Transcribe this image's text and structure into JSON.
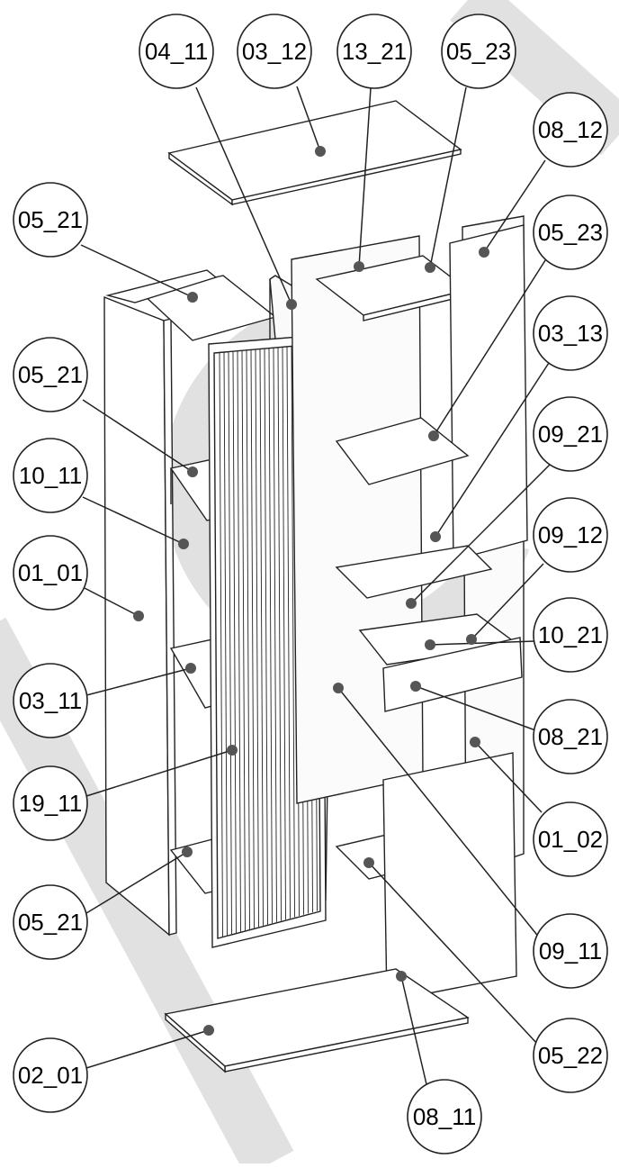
{
  "diagram": {
    "callouts": [
      {
        "id": "c-04-11-top",
        "label": "04_11"
      },
      {
        "id": "c-03-12-top",
        "label": "03_12"
      },
      {
        "id": "c-13-21-top",
        "label": "13_21"
      },
      {
        "id": "c-05-23-top",
        "label": "05_23"
      },
      {
        "id": "c-08-12",
        "label": "08_12"
      },
      {
        "id": "c-05-23-right",
        "label": "05_23"
      },
      {
        "id": "c-03-13",
        "label": "03_13"
      },
      {
        "id": "c-09-21",
        "label": "09_21"
      },
      {
        "id": "c-09-12",
        "label": "09_12"
      },
      {
        "id": "c-10-21",
        "label": "10_21"
      },
      {
        "id": "c-08-21",
        "label": "08_21"
      },
      {
        "id": "c-01-02",
        "label": "01_02"
      },
      {
        "id": "c-09-11",
        "label": "09_11"
      },
      {
        "id": "c-05-22",
        "label": "05_22"
      },
      {
        "id": "c-08-11",
        "label": "08_11"
      },
      {
        "id": "c-05-21-a",
        "label": "05_21"
      },
      {
        "id": "c-05-21-b",
        "label": "05_21"
      },
      {
        "id": "c-10-11",
        "label": "10_11"
      },
      {
        "id": "c-01-01",
        "label": "01_01"
      },
      {
        "id": "c-03-11",
        "label": "03_11"
      },
      {
        "id": "c-19-11",
        "label": "19_11"
      },
      {
        "id": "c-05-21-c",
        "label": "05_21"
      },
      {
        "id": "c-02-01",
        "label": "02_01"
      }
    ],
    "colors": {
      "line": "#222222",
      "dot": "#555555",
      "watermark": "#dcdcdc"
    }
  }
}
